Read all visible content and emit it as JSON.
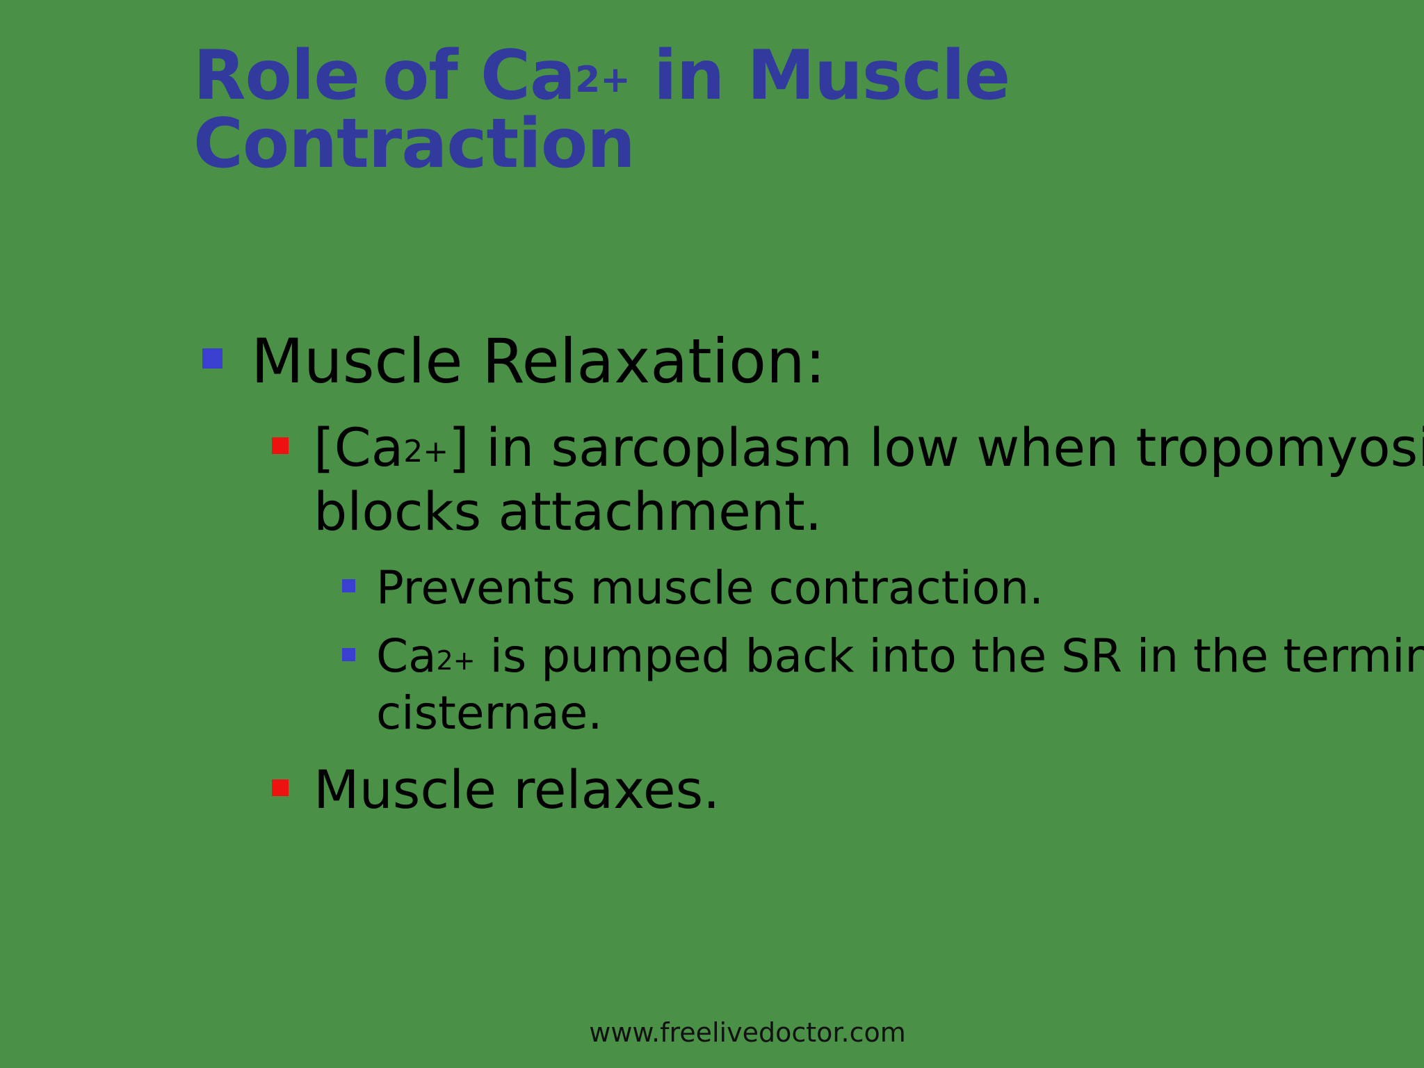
{
  "title": {
    "part1": "Role of  Ca",
    "sup": "2+",
    "part2": " in Muscle",
    "line2": "Contraction"
  },
  "bullets": {
    "level1": {
      "text": "Muscle Relaxation:"
    },
    "item_a": {
      "pre": "[Ca",
      "sup": "2+",
      "post": "] in sarcoplasm low when tropomyosin",
      "line2": "blocks attachment."
    },
    "sub1": {
      "text": "Prevents muscle contraction."
    },
    "sub2": {
      "pre": "Ca",
      "sup": "2+",
      "post": " is pumped back into the SR in the terminal",
      "line2": "cisternae."
    },
    "item_b": {
      "text": "Muscle relaxes."
    }
  },
  "footer": {
    "url": "www.freelivedoctor.com"
  },
  "colors": {
    "background": "#4a9147",
    "title": "#333a9e",
    "marker_blue": "#3b3fcf",
    "marker_red": "#ee1111",
    "text": "#000000"
  },
  "icons": {
    "level1_marker": "blue-square-bullet-icon",
    "level2_marker": "red-square-bullet-icon",
    "level3_marker": "blue-square-bullet-icon"
  }
}
